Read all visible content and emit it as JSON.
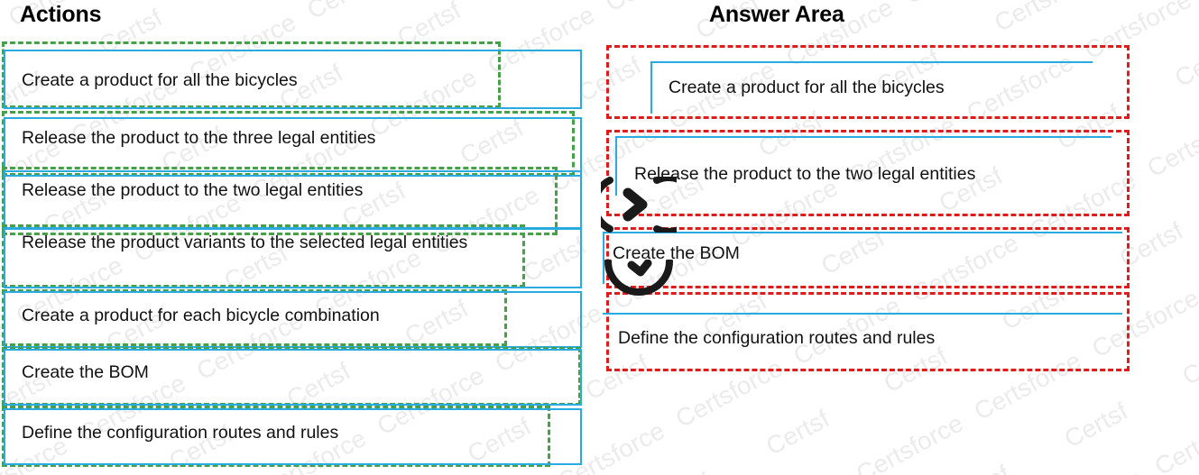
{
  "watermark": {
    "text": "Certsforce",
    "color": "#EBEBEB"
  },
  "colors": {
    "blue_border": "#29ABE2",
    "green_dashed": "#45A148",
    "red_dashed": "#E01B1B",
    "text": "#111111"
  },
  "columns": {
    "actions": {
      "title": "Actions"
    },
    "answer": {
      "title": "Answer Area"
    }
  },
  "actions": {
    "items": [
      {
        "label": "Create a product for all the bicycles"
      },
      {
        "label": "Release the product to the three legal entities"
      },
      {
        "label": "Release the product to the two legal entities"
      },
      {
        "label": "Release the product variants to the selected legal entities"
      },
      {
        "label": "Create a product for each bicycle combination"
      },
      {
        "label": "Create the BOM"
      },
      {
        "label": "Define the configuration routes and rules"
      }
    ]
  },
  "answer_area": {
    "items": [
      {
        "label": "Create a product for all the bicycles"
      },
      {
        "label": "Release the product to the two legal entities"
      },
      {
        "label": "Create the BOM"
      },
      {
        "label": "Define the configuration routes and rules"
      }
    ],
    "icons": [
      {
        "name": "move-right-circle-icon",
        "glyph": "chevron-right-in-circle"
      },
      {
        "name": "move-down-circle-icon",
        "glyph": "chevron-down-in-circle"
      }
    ]
  }
}
